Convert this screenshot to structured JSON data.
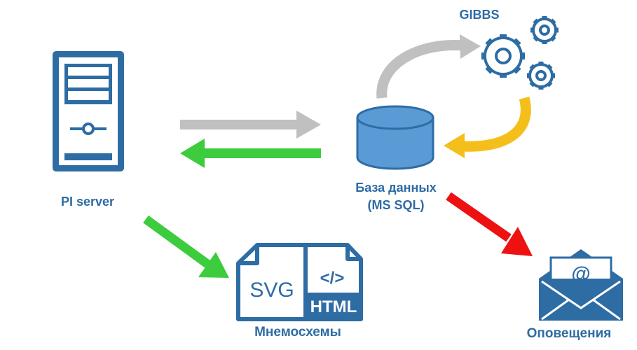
{
  "nodes": {
    "pi_server": {
      "label": "PI server"
    },
    "database": {
      "label_line1": "База данных",
      "label_line2": "(MS SQL)"
    },
    "gibbs": {
      "label": "GIBBS"
    },
    "mnemo": {
      "label": "Мнемосхемы",
      "svg_text": "SVG",
      "html_text": "HTML",
      "code_glyph": "</>"
    },
    "notifications": {
      "label": "Оповещения",
      "email_glyph": "@"
    }
  },
  "colors": {
    "blue": "#2e6ca4",
    "db_fill": "#5b9bd5",
    "gray_arrow": "#c0c0c0",
    "green_arrow": "#3dcc3d",
    "yellow_arrow": "#f5bf1b",
    "red_arrow": "#ee1111"
  },
  "icons": [
    "server-icon",
    "database-icon",
    "gears-icon",
    "svg-file-icon",
    "html-file-icon",
    "email-envelope-icon"
  ]
}
